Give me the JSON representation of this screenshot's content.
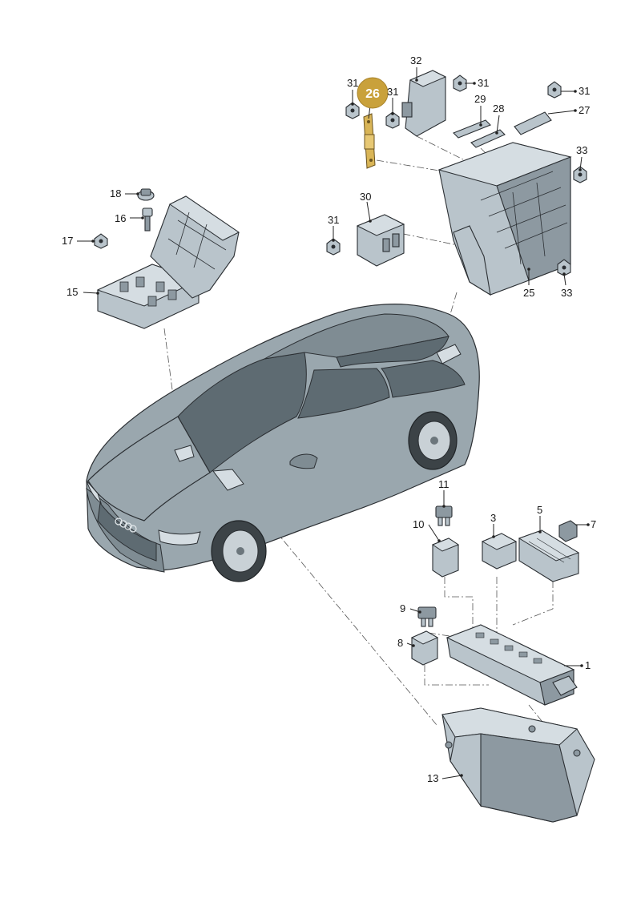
{
  "highlight": {
    "label": "26",
    "color": "#c9a13b",
    "text_color": "#ffffff"
  },
  "labels": {
    "p1": "1",
    "p3": "3",
    "p5": "5",
    "p7": "7",
    "p8": "8",
    "p9": "9",
    "p10": "10",
    "p11": "11",
    "p13": "13",
    "p15": "15",
    "p16": "16",
    "p17": "17",
    "p18": "18",
    "p25": "25",
    "p27": "27",
    "p28": "28",
    "p29": "29",
    "p30": "30",
    "p31a": "31",
    "p31b": "31",
    "p31c": "31",
    "p31d": "31",
    "p31e": "31",
    "p32": "32",
    "p33a": "33",
    "p33b": "33"
  },
  "colors": {
    "part_fill": "#b9c4cb",
    "outline": "#2b2f33",
    "highlight_part": "#d9b557"
  }
}
